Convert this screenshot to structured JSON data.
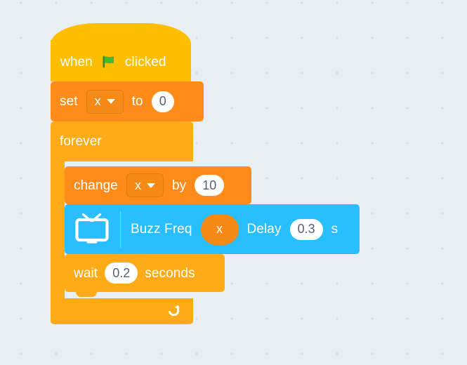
{
  "workspace": {
    "background_color": "#e9eef2",
    "grid_dot_color": "#d6dde3"
  },
  "script": {
    "hat": {
      "icon": "green-flag-icon",
      "text_before": "when",
      "text_after": "clicked",
      "color": "#ffbf00"
    },
    "set_block": {
      "keyword": "set",
      "variable": "x",
      "connector": "to",
      "value": "0",
      "color": "#ff8c1a"
    },
    "forever_block": {
      "label": "forever",
      "loop_icon": "loop-arrow-icon",
      "color": "#ffab19"
    },
    "change_block": {
      "keyword": "change",
      "variable": "x",
      "connector": "by",
      "value": "10",
      "color": "#ff8c1a"
    },
    "buzz_block": {
      "icon": "tv-monitor-icon",
      "label": "Buzz Freq",
      "freq_value": "x",
      "delay_label": "Delay",
      "delay_value": "0.3",
      "unit": "s",
      "color": "#29beff"
    },
    "wait_block": {
      "keyword": "wait",
      "value": "0.2",
      "unit": "seconds",
      "color": "#ffab19"
    }
  }
}
